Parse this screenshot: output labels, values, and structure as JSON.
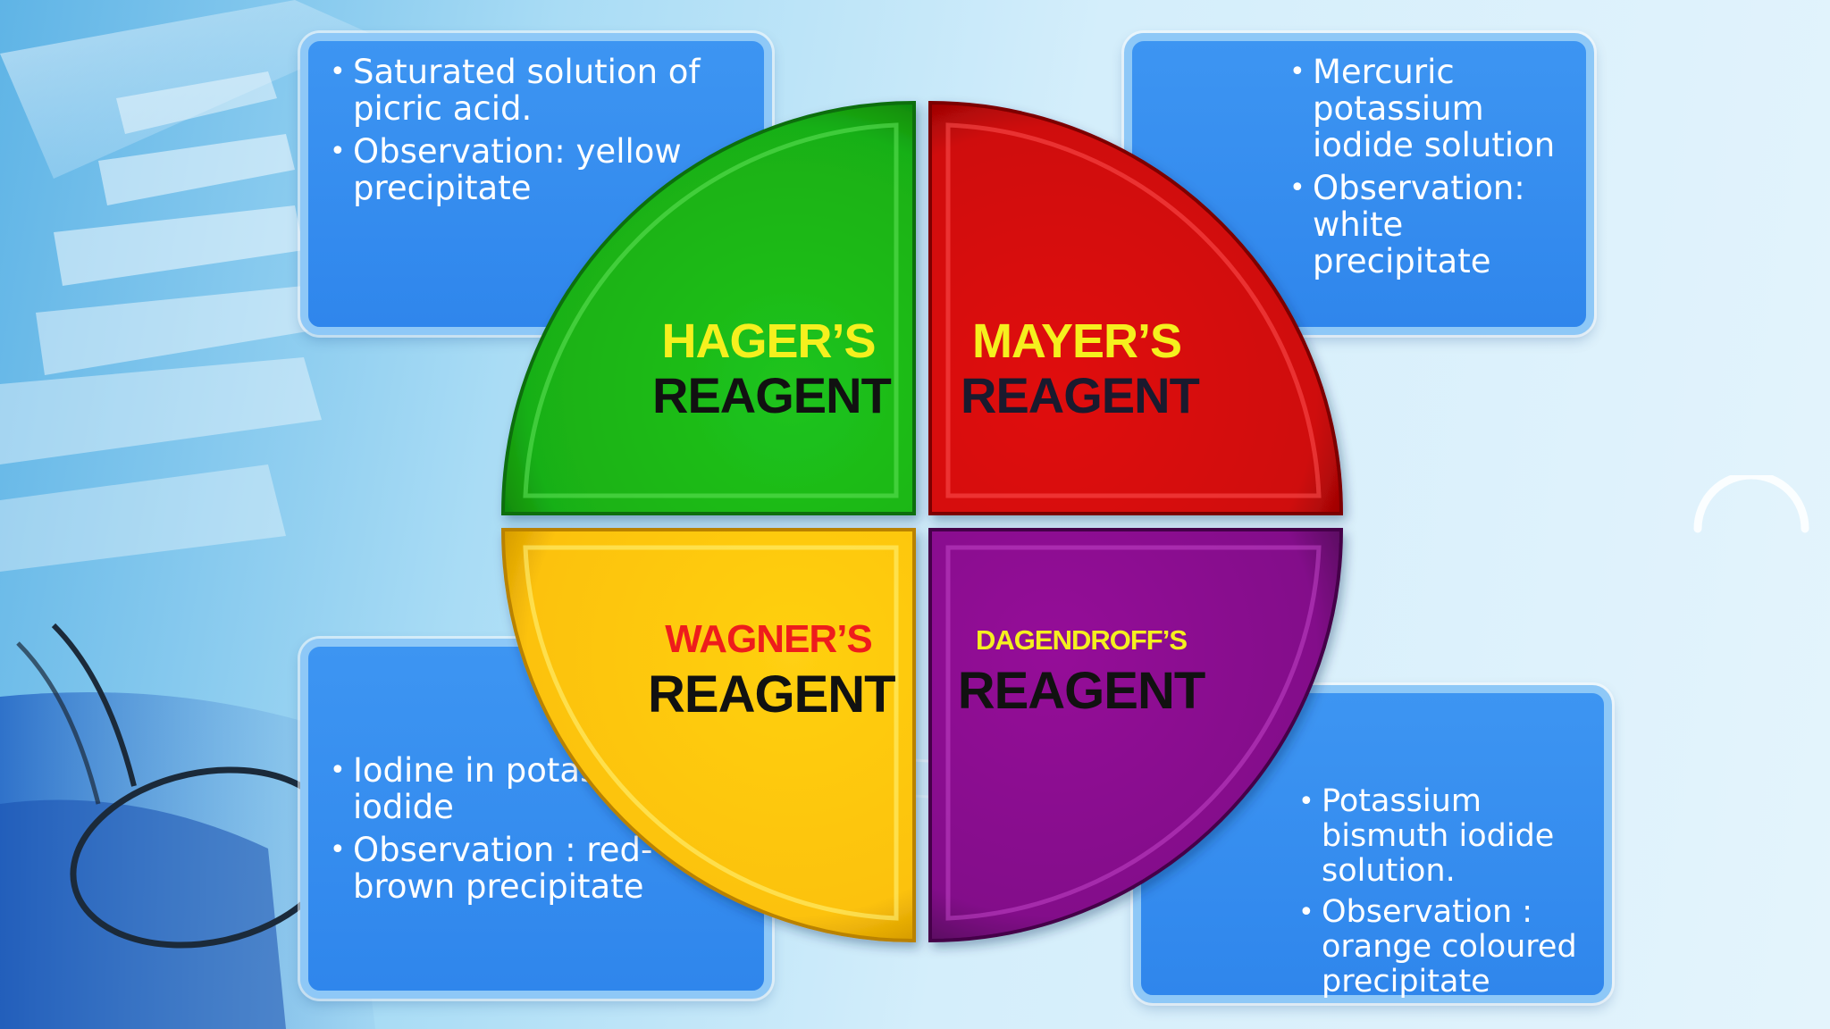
{
  "reagents": {
    "hager": {
      "name": "HAGER’S",
      "word": "REAGENT",
      "bullets": [
        "Saturated solution of picric acid.",
        "Observation: yellow precipitate"
      ],
      "color": "#1fbf1f",
      "name_color": "#f5f01e"
    },
    "mayer": {
      "name": "MAYER’S",
      "word": "REAGENT",
      "bullets": [
        "Mercuric potassium iodide solution",
        "Observation: white precipitate"
      ],
      "color": "#e00c0c",
      "name_color": "#f5f01e"
    },
    "wagner": {
      "name": "WAGNER’S",
      "word": "REAGENT",
      "bullets": [
        "Iodine in potassium iodide",
        "Observation : red-brown precipitate"
      ],
      "color": "#fdc80f",
      "name_color": "#ee1c1c"
    },
    "dagendroff": {
      "name": "DAGENDROFF’S",
      "word": "REAGENT",
      "bullets": [
        "Potassium bismuth iodide solution.",
        "Observation : orange coloured precipitate"
      ],
      "color": "#8e0f96",
      "name_color": "#f5f01e"
    }
  },
  "theme": {
    "box_color": "#3491ef",
    "box_border": "#8ec8f7"
  }
}
